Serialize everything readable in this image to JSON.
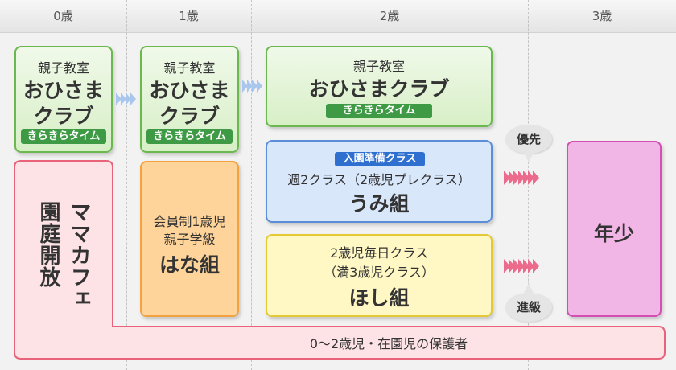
{
  "header": {
    "age0": "0歳",
    "age1": "1歳",
    "age2": "2歳",
    "age3": "3歳"
  },
  "oyako0": {
    "line1": "親子教室",
    "line2": "おひさま",
    "line3": "クラブ",
    "tag": "きらきらタイム"
  },
  "oyako1": {
    "line1": "親子教室",
    "line2": "おひさま",
    "line3": "クラブ",
    "tag": "きらきらタイム"
  },
  "oyako2": {
    "line1": "親子教室",
    "line2": "おひさまクラブ",
    "tag": "きらきらタイム"
  },
  "mama": {
    "col1": "ママカフェ",
    "col2": "園庭開放",
    "footer": "0～2歳児・在園児の保護者"
  },
  "hana": {
    "line1": "会員制1歳児",
    "line2": "親子学級",
    "name": "はな組"
  },
  "umi": {
    "tag": "入園準備クラス",
    "line1": "週2クラス（2歳児プレクラス）",
    "name": "うみ組"
  },
  "hoshi": {
    "line1": "2歳児毎日クラス",
    "line2": "（満3歳児クラス）",
    "name": "ほし組"
  },
  "nensho": {
    "label": "年少"
  },
  "bubbles": {
    "priority": "優先",
    "promotion": "進級"
  },
  "colors": {
    "green_border": "#6bb84f",
    "blue_border": "#5a8fd7",
    "yellow_border": "#e4c934",
    "orange_border": "#f2a23f",
    "pink_border": "#d44fb3",
    "mama_border": "#e8637a",
    "tag_green": "#3f9a45",
    "tag_blue": "#2f6fd0"
  }
}
